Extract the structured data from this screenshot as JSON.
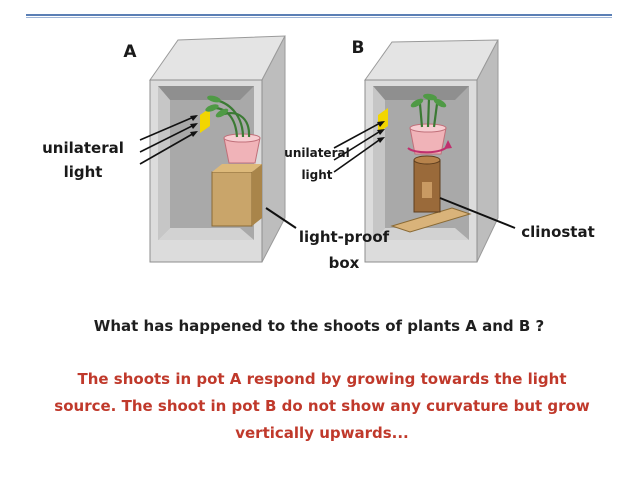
{
  "labels": {
    "box_a": "A",
    "box_b": "B",
    "light_a_line1": "unilateral",
    "light_a_line2": "light",
    "light_b_line1": "unilateral",
    "light_b_line2": "light",
    "lightproof_line1": "light-proof",
    "lightproof_line2": "box",
    "clinostat": "clinostat"
  },
  "question": "What has happened to the shoots of plants A and B ?",
  "answer": "The shoots in pot A respond by growing towards the light source. The shoot in pot B do not show any curvature but grow vertically upwards...",
  "colors": {
    "rule": "#5b7fb5",
    "answer_text": "#c0392b",
    "slit": "#f2d600",
    "pot": "#f0b3b8",
    "block": "#c9a56a",
    "leaf": "#4f9a45"
  }
}
